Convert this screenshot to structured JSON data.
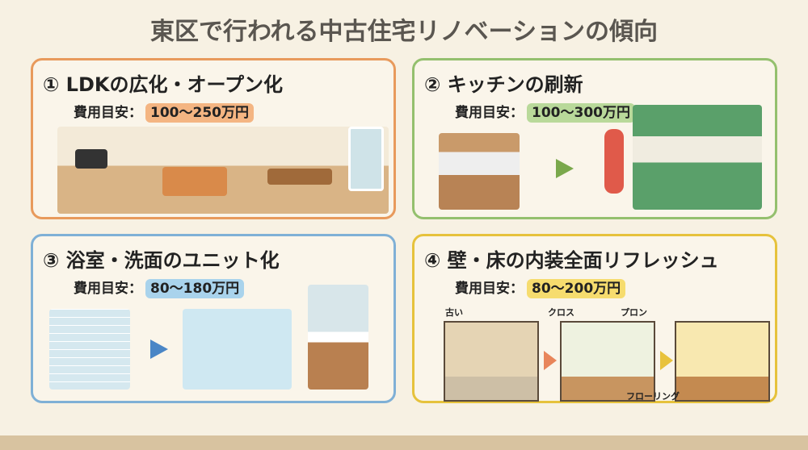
{
  "title": "東区で行われる中古住宅リノベーションの傾向",
  "cost_label": "費用目安：",
  "panels": [
    {
      "title": "① LDKの広化・オープン化",
      "cost": "100〜250万円",
      "color": "#e89a5c",
      "badge": "#f4b582"
    },
    {
      "title": "② キッチンの刷新",
      "cost": "100〜300万円",
      "color": "#94c06e",
      "badge": "#b9d99a"
    },
    {
      "title": "③ 浴室・洗面のユニット化",
      "cost": "80〜180万円",
      "color": "#7fb0d6",
      "badge": "#a9d3ec"
    },
    {
      "title": "④ 壁・床の内装全面リフレッシュ",
      "cost": "80〜200万円",
      "color": "#e6c23c",
      "badge": "#f6dc6e"
    }
  ],
  "labels": {
    "old": "古い",
    "cloth": "クロス",
    "pron": "プロン",
    "flooring": "フローリング"
  }
}
